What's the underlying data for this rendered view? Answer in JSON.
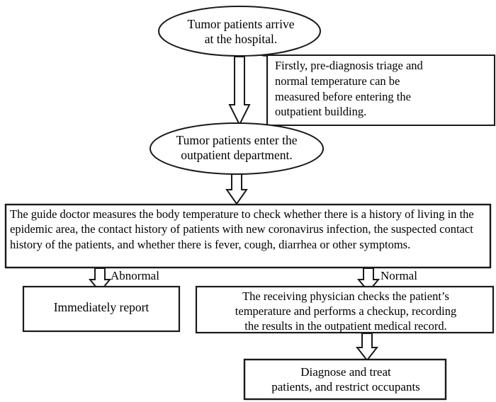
{
  "diagram": {
    "title": "Tumor patient outpatient epidemic-prevention triage flowchart",
    "type": "flowchart",
    "orientation": "top-to-bottom",
    "colors": {
      "background": "#ffffff",
      "stroke": "#000000",
      "text": "#000000",
      "fill": "#ffffff"
    },
    "nodes": [
      {
        "id": "arrive",
        "shape": "ellipse",
        "text": "Tumor patients arrive\nat the hospital."
      },
      {
        "id": "note",
        "shape": "callout-rectangle",
        "text": "Firstly, pre-diagnosis triage and\nnormal temperature can be\nmeasured before entering the\noutpatient building."
      },
      {
        "id": "enter",
        "shape": "ellipse",
        "text": "Tumor patients enter the\noutpatient department."
      },
      {
        "id": "screening",
        "shape": "rectangle",
        "text": "The guide doctor measures the body temperature to check whether there is a history of living in the epidemic area, the contact history of patients with new coronavirus infection, the suspected contact history of the patients, and whether there is fever, cough, diarrhea or other symptoms."
      },
      {
        "id": "report",
        "shape": "rectangle",
        "text": "Immediately report"
      },
      {
        "id": "physician",
        "shape": "rectangle",
        "text": "The receiving physician checks the patient’s\ntemperature and performs a checkup, recording\nthe results in the outpatient medical record."
      },
      {
        "id": "diagnose",
        "shape": "rectangle",
        "text": "Diagnose and treat\npatients, and restrict occupants"
      }
    ],
    "edges": [
      {
        "id": "e1",
        "from": "arrive",
        "to": "enter",
        "label": "",
        "arrow": "hollow-thin-down-arrow"
      },
      {
        "id": "e2",
        "from": "enter",
        "to": "screening",
        "label": "",
        "arrow": "hollow-block-down-arrow"
      },
      {
        "id": "e3",
        "from": "screening",
        "to": "report",
        "label": "Abnormal",
        "arrow": "hollow-block-down-arrow"
      },
      {
        "id": "e4",
        "from": "screening",
        "to": "physician",
        "label": "Normal",
        "arrow": "hollow-block-down-arrow"
      },
      {
        "id": "e5",
        "from": "physician",
        "to": "diagnose",
        "label": "",
        "arrow": "hollow-block-down-arrow"
      }
    ],
    "labels": {
      "abnormal": "Abnormal",
      "normal": "Normal"
    }
  }
}
